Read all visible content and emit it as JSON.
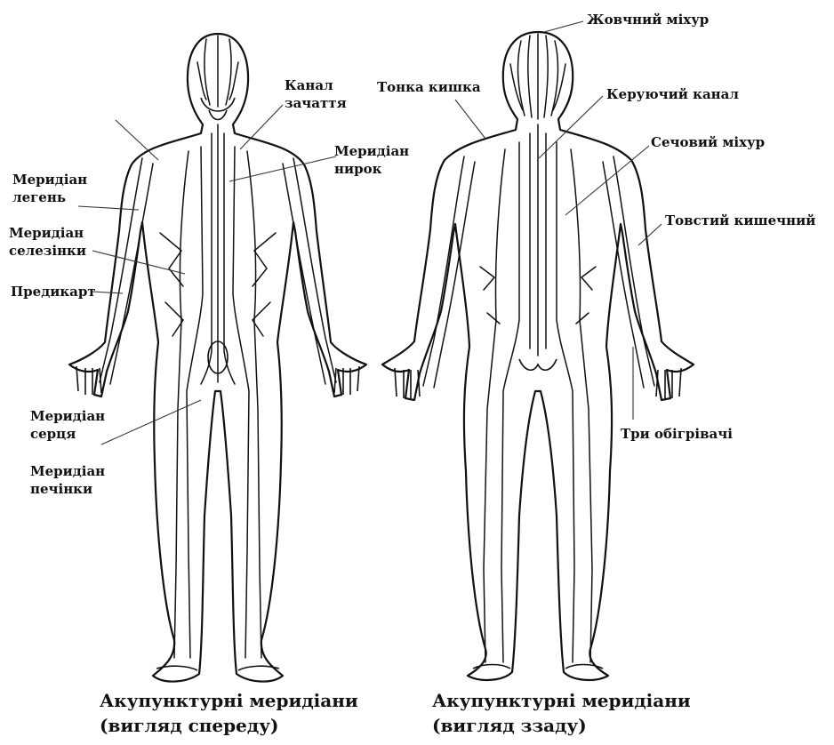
{
  "front": {
    "labels": {
      "conception": [
        "Канал",
        "зачаття"
      ],
      "kidney": [
        "Меридіан",
        "нирок"
      ],
      "lung": [
        "Меридіан",
        "легень"
      ],
      "spleen": [
        "Меридіан",
        "селезінки"
      ],
      "pericardium": "Предикарт",
      "heart": [
        "Меридіан",
        "серця"
      ],
      "liver": [
        "Меридіан",
        "печінки"
      ]
    },
    "caption": [
      "Акупунктурні меридіани",
      "(вигляд спереду)"
    ]
  },
  "back": {
    "labels": {
      "gallbladder": "Жовчний міхур",
      "small_intestine": "Тонка кишка",
      "governing": "Керуючий канал",
      "bladder": "Сечовий міхур",
      "large_intestine": "Товстий кишечний",
      "triple_heater": "Три обігрівачі"
    },
    "caption": [
      "Акупунктурні меридіани",
      "(вигляд ззаду)"
    ]
  }
}
